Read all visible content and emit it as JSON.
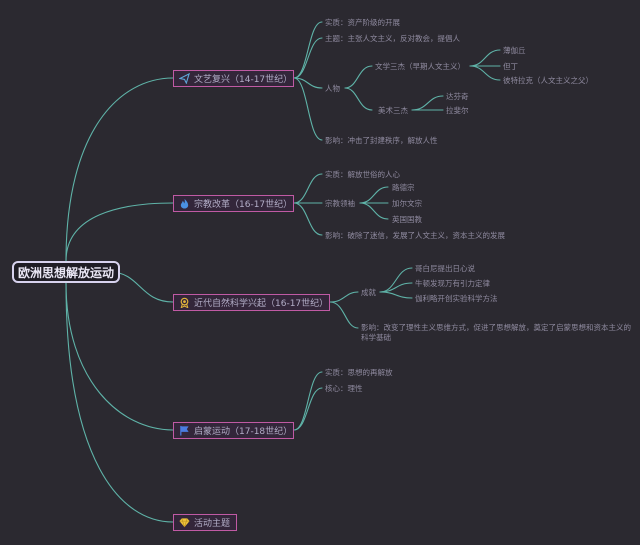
{
  "root": "欧洲思想解放运动",
  "branches": {
    "renaissance": {
      "title": "文艺复兴（14-17世纪）",
      "icon": "paper-plane-icon",
      "essence": "实质：资产阶级的开展",
      "theme": "主题：主张人文主义，反对教会，提倡人",
      "figures": "人物",
      "three_giants": "文学三杰（早期人文主义）",
      "giants": [
        "但丁",
        "薄伽丘",
        "彼特拉克（人文主义之父）"
      ],
      "art_three": "美术三杰",
      "artists": [
        "达芬奇",
        "拉斐尔"
      ],
      "influence": "影响：冲击了封建秩序，解放人性"
    },
    "reformation": {
      "title": "宗教改革（16-17世纪）",
      "icon": "flame-icon",
      "essence": "实质：解放世俗的人心",
      "figures_label": "宗教领袖",
      "figures": [
        "路德宗",
        "加尔文宗",
        "英国国教"
      ],
      "influence": "影响：破除了迷信，发展了人文主义，资本主义的发展"
    },
    "science": {
      "title": "近代自然科学兴起（16-17世纪）",
      "icon": "award-icon",
      "achievements_label": "成就",
      "achievements": [
        "哥白尼提出日心说",
        "牛顿发现万有引力定律",
        "伽利略开创实验科学方法"
      ],
      "influence": "影响：改变了理性主义思维方式，促进了思想解放，奠定了启蒙思想和资本主义的科学基础"
    },
    "enlightenment": {
      "title": "启蒙运动（17-18世纪）",
      "icon": "flag-icon",
      "essence": "实质：思想的再解放",
      "core": "核心：理性"
    },
    "summary": {
      "title": "活动主题",
      "icon": "diamond-icon"
    }
  },
  "colors": {
    "background": "#2b2930",
    "link": "#5fb3a8",
    "branch_border": "#c05aa4"
  }
}
